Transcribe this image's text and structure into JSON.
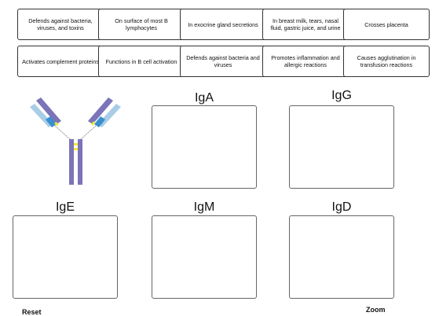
{
  "cards": [
    "Defends against bacteria, viruses, and toxins",
    "On surface of most B lymphocytes",
    "In exocrine gland secretions",
    "In breast milk, tears, nasal fluid, gastric juice, and urine",
    "Crosses placenta",
    "Activates complement proteins",
    "Functions in B cell activation",
    "Defends against bacteria and viruses",
    "Promotes inflammation and allergic reactions",
    "Causes agglutination in transfusion reactions"
  ],
  "zones": [
    "IgA",
    "IgG",
    "IgE",
    "IgM",
    "IgD"
  ],
  "controls": {
    "reset": "Reset",
    "zoom": "Zoom"
  },
  "colors": {
    "heavy_chain": "#7b74b8",
    "light_chain": "#a9cde6",
    "light_chain_dark": "#3a8fd0",
    "disulfide": "#f2e83a"
  }
}
